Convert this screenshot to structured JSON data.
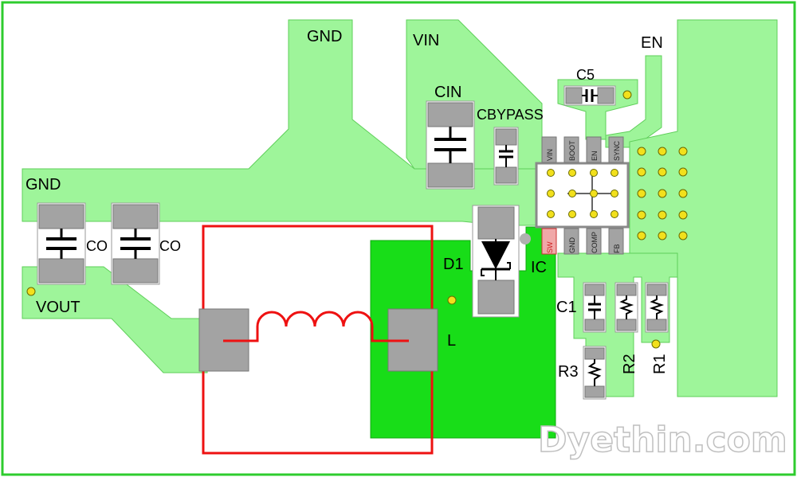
{
  "labels": {
    "gnd_top": "GND",
    "vin": "VIN",
    "en": "EN",
    "c5": "C5",
    "cin": "CIN",
    "cbypass": "CBYPASS",
    "gnd_left": "GND",
    "co_1": "CO",
    "co_2": "CO",
    "vout": "VOUT",
    "d1": "D1",
    "ic": "IC",
    "c1": "C1",
    "l": "L",
    "r3": "R3",
    "r2": "R2",
    "r1": "R1"
  },
  "ic_pins": {
    "vin": "VIN",
    "boot": "BOOT",
    "en": "EN",
    "sync": "SYNC",
    "sw": "SW",
    "gnd": "GND",
    "comp": "COMP",
    "fb": "FB"
  },
  "watermark": "Dyethin.com",
  "colors": {
    "border": "#2ecc2e",
    "copper_light": "#9ef59a",
    "copper_bright": "#18dd18",
    "inductor": "#ee1111",
    "pad": "#a3a3a3",
    "via": "#f2e01c"
  }
}
